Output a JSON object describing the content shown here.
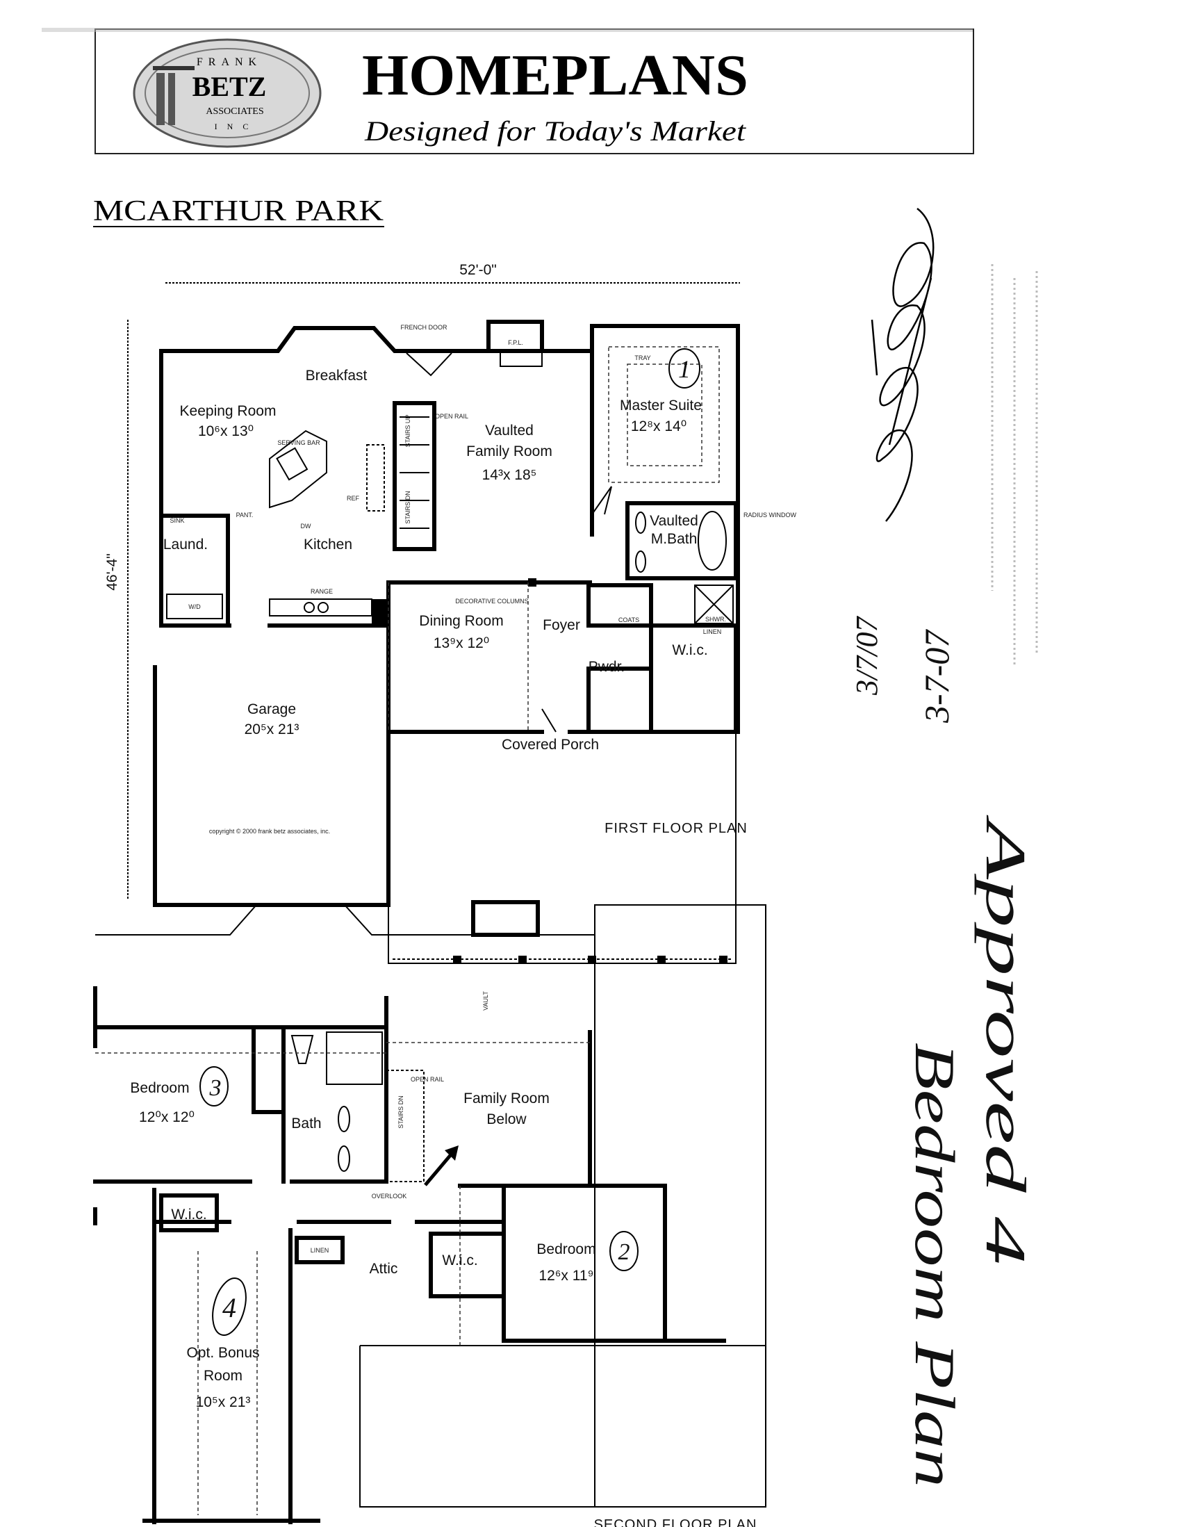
{
  "header": {
    "logo_text": [
      "FRANK",
      "BETZ",
      "ASSOCIATES",
      "INC"
    ],
    "brand": "HOMEPLANS",
    "tagline": "Designed for Today's Market"
  },
  "plan_title": "MCARTHUR PARK",
  "first_floor": {
    "caption": "FIRST FLOOR PLAN",
    "width_dim": "52'-0\"",
    "depth_dim": "46'-4\"",
    "copyright": "copyright © 2000 frank betz associates, inc.",
    "rooms": {
      "breakfast": "Breakfast",
      "keeping": "Keeping Room",
      "keeping_size": "10⁶x 13⁰",
      "serving_bar": "SERVING BAR",
      "kitchen": "Kitchen",
      "laund": "Laund.",
      "range": "RANGE",
      "pant": "PANT.",
      "dw": "DW",
      "ref": "REF",
      "sink": "SINK",
      "wd": "W/D",
      "family": "Vaulted",
      "family2": "Family Room",
      "family_size": "14³x 18⁵",
      "french_door": "FRENCH DOOR",
      "fpl": "F.P.L.",
      "open_rail": "OPEN RAIL",
      "stairs_up": "STAIRS UP",
      "stairs_dn": "STAIRS DN",
      "master": "Master Suite",
      "master_size": "12⁸x 14⁰",
      "tray": "TRAY",
      "mbath": "Vaulted",
      "mbath2": "M.Bath",
      "radius_window": "RADIUS WINDOW",
      "shwr": "SHWR.",
      "linen": "LINEN",
      "deco_cols": "DECORATIVE COLUMNS",
      "dining": "Dining Room",
      "dining_size": "13⁹x 12⁰",
      "foyer": "Foyer",
      "coats": "COATS",
      "pwdr": "Pwdr.",
      "wic": "W.i.c.",
      "garage": "Garage",
      "garage_size": "20⁵x 21³",
      "porch": "Covered Porch"
    }
  },
  "second_floor": {
    "caption": "SECOND FLOOR PLAN",
    "rooms": {
      "bed3": "Bedroom",
      "bed3_size": "12⁰x 12⁰",
      "bath": "Bath",
      "family_below": "Family Room",
      "family_below2": "Below",
      "vault": "VAULT",
      "open_rail": "OPEN RAIL",
      "stairs_dn": "STAIRS DN",
      "overlook": "OVERLOOK",
      "attic": "Attic",
      "wic_a": "W.i.c.",
      "wic_b": "W.i.c.",
      "linen": "LINEN",
      "bed2": "Bedroom",
      "bed2_size": "12⁶x 11⁹",
      "bonus": "Opt. Bonus",
      "bonus2": "Room",
      "bonus_size": "10⁵x 21³"
    }
  },
  "annotations": {
    "approved_line1": "Approved 4",
    "approved_line2": "Bedroom Plan",
    "date1": "3/7/07",
    "date2": "3-7-07",
    "circled": [
      "1",
      "3",
      "2",
      "4"
    ]
  }
}
